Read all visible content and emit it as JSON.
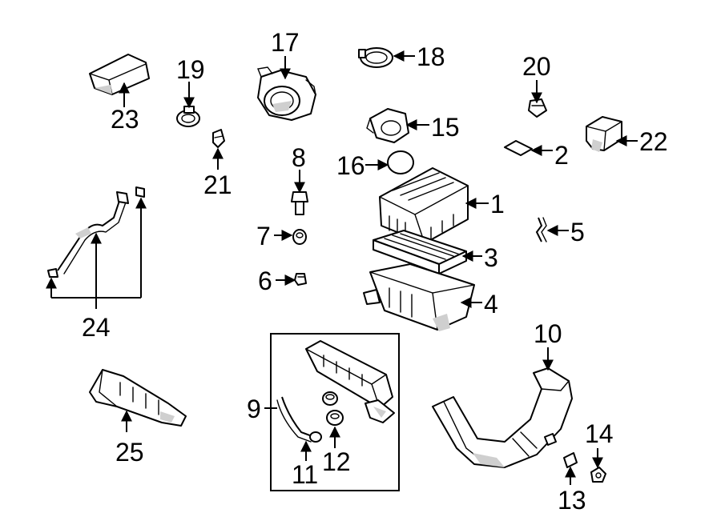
{
  "callouts": {
    "c1": "1",
    "c2": "2",
    "c3": "3",
    "c4": "4",
    "c5": "5",
    "c6": "6",
    "c7": "7",
    "c8": "8",
    "c9": "9",
    "c10": "10",
    "c11": "11",
    "c12": "12",
    "c13": "13",
    "c14": "14",
    "c15": "15",
    "c16": "16",
    "c17": "17",
    "c18": "18",
    "c19": "19",
    "c20": "20",
    "c21": "21",
    "c22": "22",
    "c23": "23",
    "c24": "24",
    "c25": "25"
  },
  "colors": {
    "line": "#000000",
    "background": "#ffffff",
    "shading": "#cfcfcf"
  }
}
